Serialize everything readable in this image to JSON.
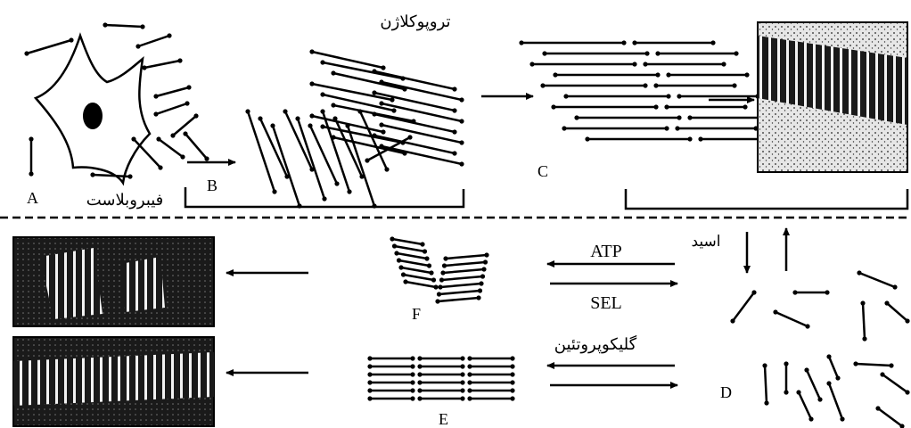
{
  "labels": {
    "A": "A",
    "B": "B",
    "C": "C",
    "D": "D",
    "E": "E",
    "F": "F",
    "fibroblast": "فیبروبلاست",
    "tropocollagen": "تروپوکلاژن",
    "acid": "اسید",
    "atp": "ATP",
    "sel": "SEL",
    "glycoprotein": "گلیکوپروتئین"
  },
  "colors": {
    "ink": "#000000",
    "micrograph_dark": "#1a1a1a",
    "micrograph_light": "#e6e6e6"
  }
}
